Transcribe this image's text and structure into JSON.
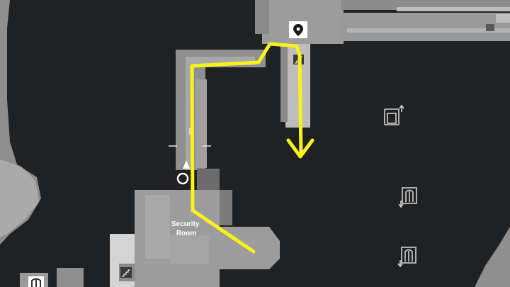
{
  "map": {
    "background_color": "#1f2122",
    "floor_color": "#9a9a9a",
    "route_color": "#f7f21c",
    "rooms": [
      {
        "id": "security-room",
        "label_line1": "Security",
        "label_line2": "Room"
      }
    ],
    "icons": [
      {
        "name": "waypoint-pin-icon"
      },
      {
        "name": "stairs-icon"
      },
      {
        "name": "stairs-icon"
      },
      {
        "name": "elevator-up-icon"
      },
      {
        "name": "elevator-down-icon"
      },
      {
        "name": "elevator-down-icon"
      },
      {
        "name": "elevator-icon"
      }
    ],
    "player_marker": {
      "name": "player-position-icon"
    },
    "route": {
      "name": "route-path",
      "has_end_arrow": true
    }
  }
}
